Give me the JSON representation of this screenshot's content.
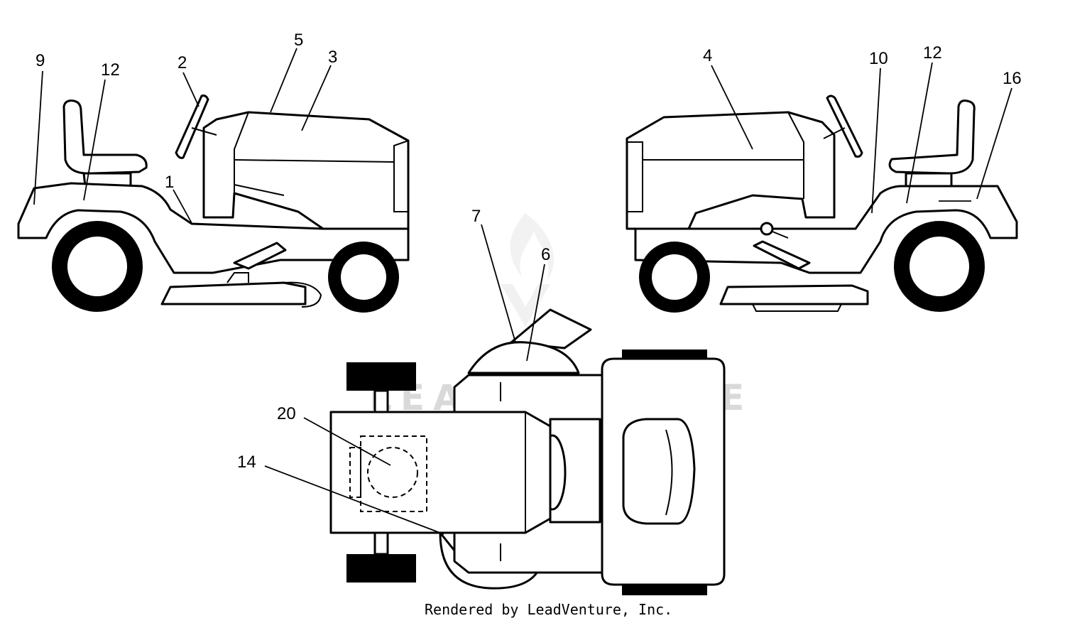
{
  "watermark": "LEADVENTURE",
  "credit": "Rendered by LeadVenture, Inc.",
  "callouts": {
    "c1": "1",
    "c2": "2",
    "c3": "3",
    "c4": "4",
    "c5": "5",
    "c6": "6",
    "c7": "7",
    "c9": "9",
    "c10": "10",
    "c12a": "12",
    "c12b": "12",
    "c14": "14",
    "c16": "16",
    "c20": "20"
  }
}
